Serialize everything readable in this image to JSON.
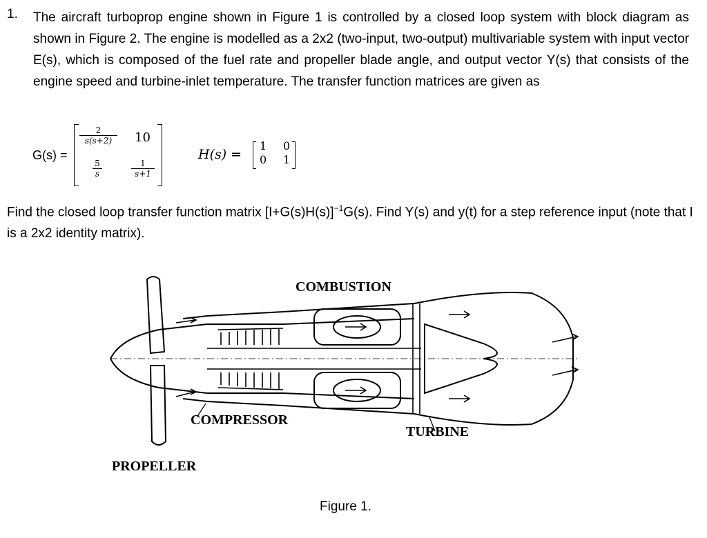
{
  "problem": {
    "number": "1.",
    "text": "The aircraft turboprop engine shown in Figure 1 is controlled by a closed loop system with block diagram as shown in Figure 2. The engine is modelled as a 2x2 (two-input, two-output) multivariable system with input vector E(s), which is composed of the fuel rate and propeller blade angle, and output vector Y(s) that consists of the engine speed and turbine-inlet temperature. The transfer function matrices are given as"
  },
  "gs": {
    "label": "G(s) =",
    "a11_num": "2",
    "a11_den": "s(s+2)",
    "a12": "10",
    "a21_num": "5",
    "a21_den": "s",
    "a22_num": "1",
    "a22_den": "s+1"
  },
  "hs": {
    "label": "H(s) =",
    "a11": "1",
    "a12": "0",
    "a21": "0",
    "a22": "1"
  },
  "find": {
    "before": "Find the closed loop transfer function matrix [I+G(s)H(s)]",
    "exp": "−1",
    "after": "G(s). Find Y(s) and y(t) for a step reference input (note that I is a 2x2 identity matrix)."
  },
  "figure": {
    "labels": {
      "combustion": "COMBUSTION",
      "compressor": "COMPRESSOR",
      "turbine": "TURBINE",
      "propeller": "PROPELLER"
    },
    "caption": "Figure 1."
  }
}
